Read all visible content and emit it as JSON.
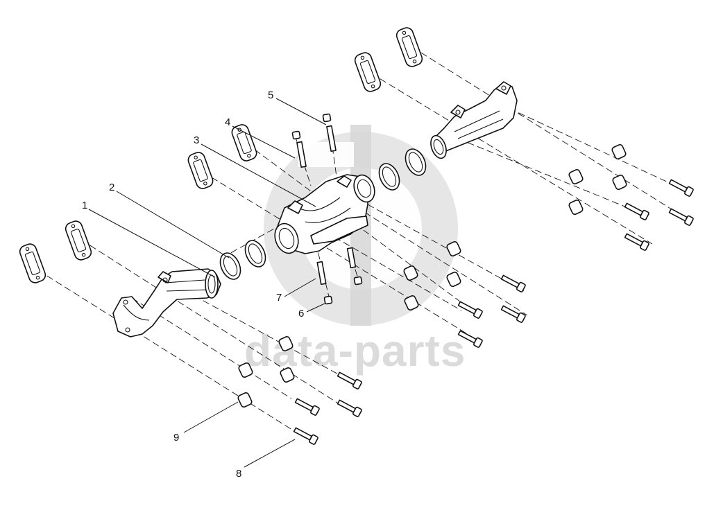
{
  "watermark": {
    "text": "data-parts",
    "color": "#c8c8c8"
  },
  "callouts": [
    {
      "id": "1",
      "label": "1"
    },
    {
      "id": "2",
      "label": "2"
    },
    {
      "id": "3",
      "label": "3"
    },
    {
      "id": "4",
      "label": "4"
    },
    {
      "id": "5",
      "label": "5"
    },
    {
      "id": "6",
      "label": "6"
    },
    {
      "id": "7",
      "label": "7"
    },
    {
      "id": "8",
      "label": "8"
    },
    {
      "id": "9",
      "label": "9"
    }
  ],
  "colors": {
    "line": "#111111",
    "background": "#ffffff"
  }
}
